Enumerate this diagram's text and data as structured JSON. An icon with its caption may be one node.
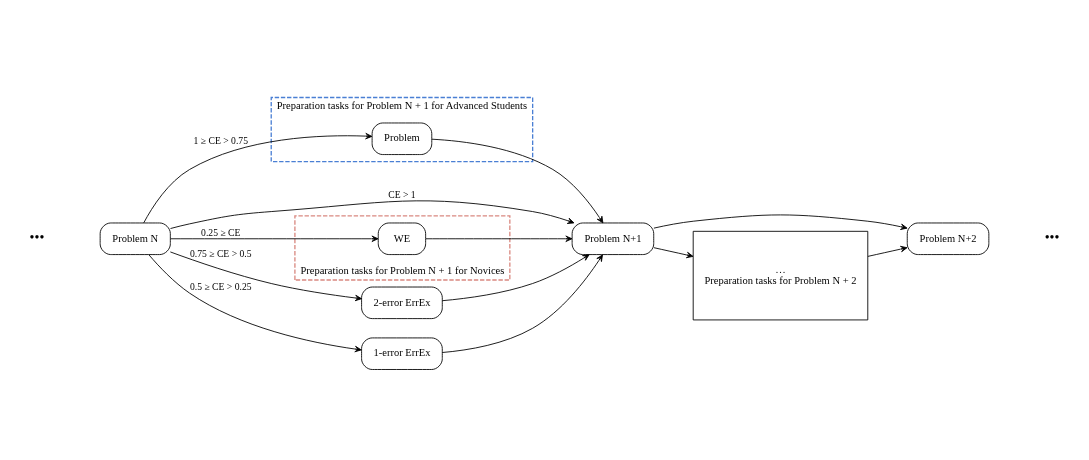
{
  "diagram": {
    "nodes": [
      {
        "text": [
          "Problem N"
        ]
      },
      {
        "text": [
          "Preparation tasks for Problem N + 1 for Advanced Students"
        ]
      },
      {
        "text": [
          "Problem N+1"
        ]
      },
      {
        "text": [
          "Problem N+2"
        ]
      },
      {
        "text": [
          "Problem"
        ],
        "in": 1
      },
      {
        "text": [
          "…",
          "Preparation tasks for Problem N + 2"
        ]
      },
      {
        "text": [
          "Preparation tasks for Problem N + 1 for Novices"
        ]
      },
      {
        "text": [
          "2-error ErrEx"
        ]
      },
      {
        "text": [
          "1-error ErrEx"
        ]
      },
      {
        "text": [
          "WE"
        ],
        "in": 6
      }
    ],
    "edges": [
      {
        "from": 0,
        "to": 2,
        "arrow": "to",
        "label": "CE > 1"
      },
      {
        "from": 0,
        "to": 4,
        "arrow": "to",
        "label": "1 ≥ CE > 0.75"
      },
      {
        "from": 0,
        "to": 7,
        "arrow": "to",
        "label": "0.75 ≥ CE > 0.5"
      },
      {
        "from": 0,
        "to": 8,
        "arrow": "to",
        "label": "0.5 ≥ CE > 0.25"
      },
      {
        "from": 0,
        "to": 9,
        "arrow": "to",
        "label": "0.25 ≥ CE"
      },
      {
        "from": 4,
        "to": 2,
        "arrow": "to"
      },
      {
        "from": 7,
        "to": 2,
        "arrow": "to"
      },
      {
        "from": 8,
        "to": 2,
        "arrow": "to"
      },
      {
        "from": 9,
        "to": 2,
        "arrow": "to"
      },
      {
        "from": 2,
        "to": 3,
        "arrow": "to"
      },
      {
        "from": 2,
        "to": 5,
        "arrow": "to"
      },
      {
        "from": 5,
        "to": 3,
        "arrow": "to"
      }
    ],
    "labels": [
      "•••",
      "•••"
    ]
  }
}
